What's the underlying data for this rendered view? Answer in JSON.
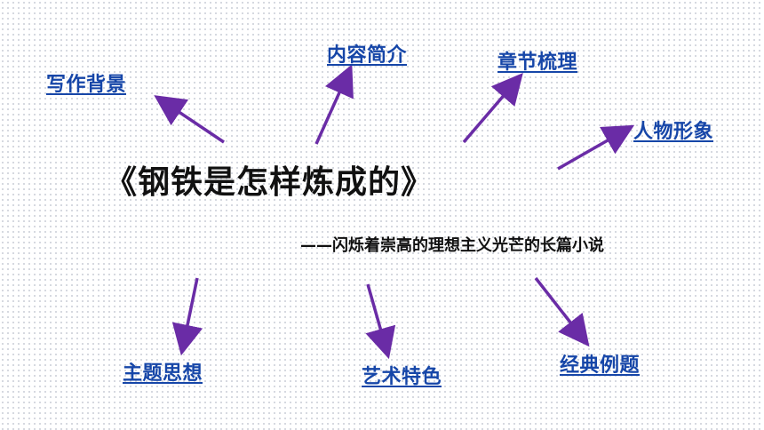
{
  "title": "《钢铁是怎样炼成的》",
  "subtitle": "——闪烁着崇高的理想主义光芒的长篇小说",
  "topics": {
    "background": "写作背景",
    "summary": "内容简介",
    "chapters": "章节梳理",
    "characters": "人物形象",
    "theme": "主题思想",
    "art": "艺术特色",
    "examples": "经典例题"
  },
  "colors": {
    "link": "#1646a8",
    "arrow": "#6a2ca6",
    "text": "#111111"
  }
}
